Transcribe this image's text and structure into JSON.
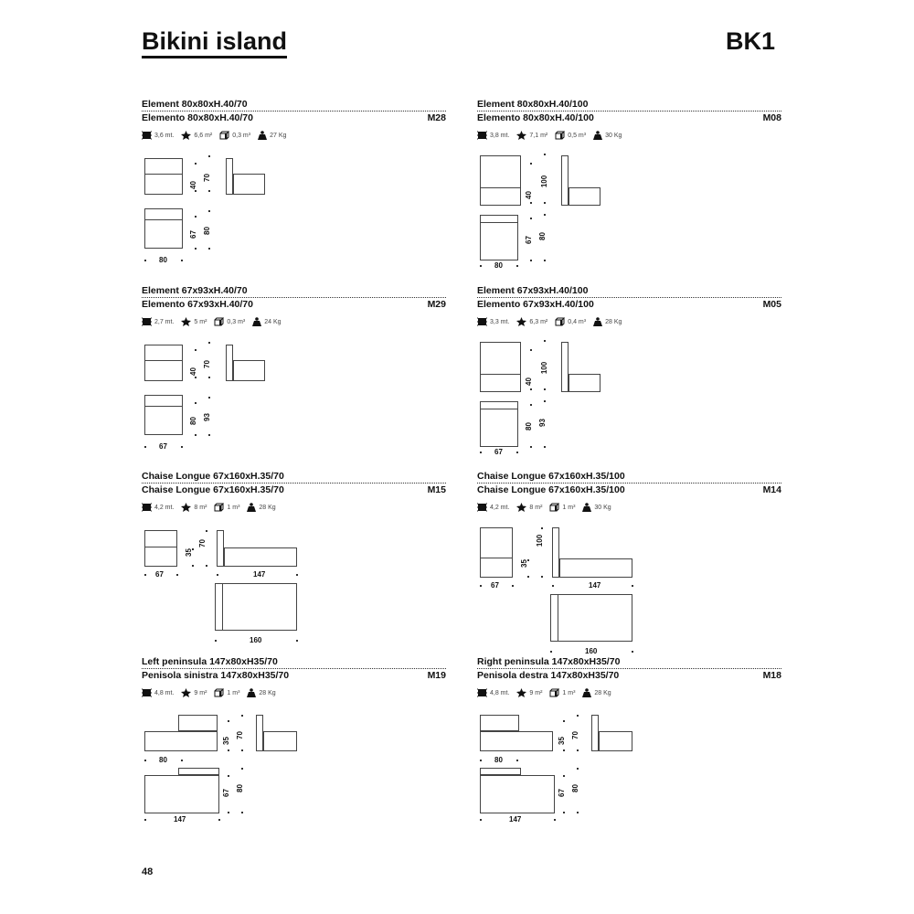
{
  "header": {
    "title": "Bikini island",
    "code": "BK1"
  },
  "page_number": "48",
  "sections": [
    {
      "type": "el70",
      "en": "Element 80x80xH.40/70",
      "it": "Elemento 80x80xH.40/70",
      "code": "M28",
      "stats": [
        "3,6 mt.",
        "6,6 m²",
        "0,3 m³",
        "27 Kg"
      ],
      "dims": {
        "width": "80",
        "seat": "40",
        "back": "70",
        "depth": "67",
        "total": "80"
      }
    },
    {
      "type": "el100",
      "en": "Element 80x80xH.40/100",
      "it": "Elemento 80x80xH.40/100",
      "code": "M08",
      "stats": [
        "3,8 mt.",
        "7,1 m²",
        "0,5 m³",
        "30 Kg"
      ],
      "dims": {
        "width": "80",
        "seat": "40",
        "back": "100",
        "depth": "67",
        "total": "80"
      }
    },
    {
      "type": "el70",
      "en": "Element 67x93xH.40/70",
      "it": "Elemento 67x93xH.40/70",
      "code": "M29",
      "stats": [
        "2,7 mt.",
        "5 m²",
        "0,3 m³",
        "24 Kg"
      ],
      "dims": {
        "width": "67",
        "seat": "40",
        "back": "70",
        "depth": "80",
        "total": "93"
      }
    },
    {
      "type": "el100",
      "en": "Element 67x93xH.40/100",
      "it": "Elemento 67x93xH.40/100",
      "code": "M05",
      "stats": [
        "3,3 mt.",
        "6,3 m²",
        "0,4 m³",
        "28 Kg"
      ],
      "dims": {
        "width": "67",
        "seat": "40",
        "back": "100",
        "depth": "80",
        "total": "93"
      }
    },
    {
      "type": "ch70",
      "en": "Chaise Longue 67x160xH.35/70",
      "it": "Chaise Longue 67x160xH.35/70",
      "code": "M15",
      "stats": [
        "4,2 mt.",
        "8 m²",
        "1 m³",
        "28 Kg"
      ],
      "dims": {
        "width": "67",
        "seat": "35",
        "back": "70",
        "length": "147",
        "total": "160"
      }
    },
    {
      "type": "ch100",
      "en": "Chaise Longue 67x160xH.35/100",
      "it": "Chaise Longue 67x160xH.35/100",
      "code": "M14",
      "stats": [
        "4,2 mt.",
        "8 m²",
        "1 m³",
        "30 Kg"
      ],
      "dims": {
        "width": "67",
        "seat": "35",
        "back": "100",
        "length": "147",
        "total": "160"
      }
    },
    {
      "type": "penL",
      "en": "Left peninsula 147x80xH35/70",
      "it": "Penisola sinistra 147x80xH35/70",
      "code": "M19",
      "stats": [
        "4,8 mt.",
        "9 m²",
        "1 m³",
        "28 Kg"
      ],
      "dims": {
        "width": "80",
        "seat": "35",
        "back": "70",
        "depth": "67",
        "total": "80",
        "length": "147"
      }
    },
    {
      "type": "penR",
      "en": "Right peninsula 147x80xH35/70",
      "it": "Penisola destra 147x80xH35/70",
      "code": "M18",
      "stats": [
        "4,8 mt.",
        "9 m²",
        "1 m³",
        "28 Kg"
      ],
      "dims": {
        "width": "80",
        "seat": "35",
        "back": "70",
        "depth": "67",
        "total": "80",
        "length": "147"
      }
    }
  ]
}
